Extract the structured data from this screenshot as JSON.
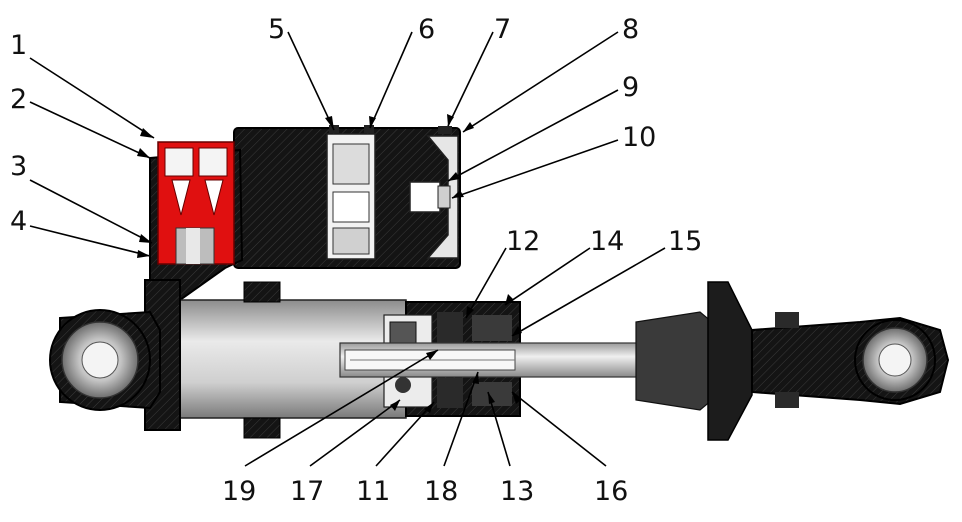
{
  "callouts": {
    "c1": "1",
    "c2": "2",
    "c3": "3",
    "c4": "4",
    "c5": "5",
    "c6": "6",
    "c7": "7",
    "c8": "8",
    "c9": "9",
    "c10": "10",
    "c11": "11",
    "c12": "12",
    "c13": "13",
    "c14": "14",
    "c15": "15",
    "c16": "16",
    "c17": "17",
    "c18": "18",
    "c19": "19"
  },
  "colors": {
    "body_black": "#141414",
    "metal_light": "#d9d9d9",
    "metal_mid": "#a9a9a9",
    "rod": "#e3e3e3",
    "valve_red": "#e01010",
    "line": "#000000"
  }
}
